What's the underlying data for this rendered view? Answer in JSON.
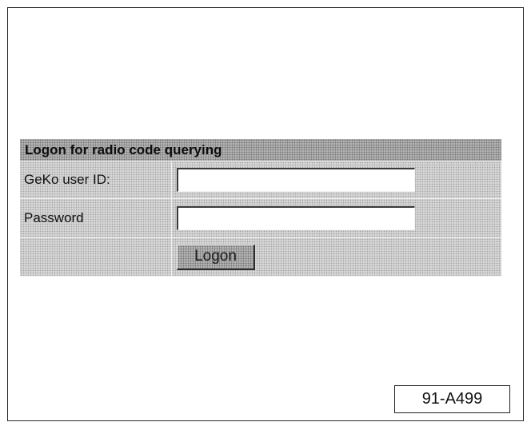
{
  "login_panel": {
    "title": "Logon for radio code querying",
    "userid_label": "GeKo user ID:",
    "userid_value": "",
    "password_label": "Password",
    "password_value": "",
    "logon_button_label": "Logon"
  },
  "figure_label": "91-A499"
}
